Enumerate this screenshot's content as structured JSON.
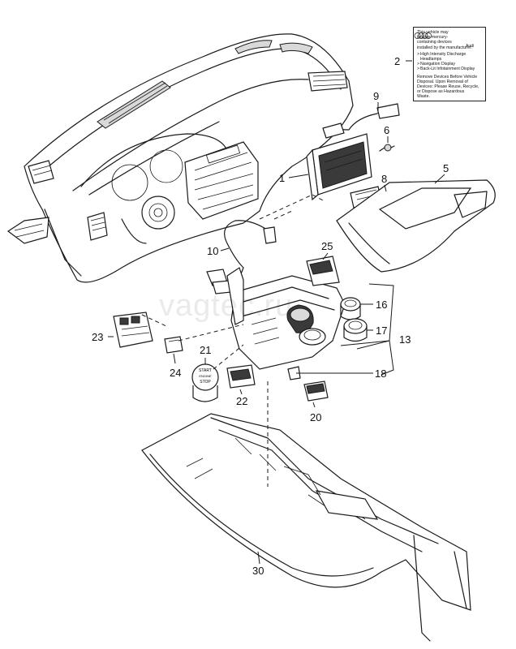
{
  "watermark": "vagtec.ru",
  "callouts": [
    "1",
    "2",
    "5",
    "6",
    "8",
    "9",
    "10",
    "13",
    "16",
    "17",
    "18",
    "20",
    "21",
    "22",
    "23",
    "24",
    "25",
    "30"
  ],
  "warning_label": {
    "intro": [
      "This vehicle may",
      "include mercury-",
      "containing devices",
      "installed by the manufacturer:"
    ],
    "items": [
      "High Intensity Discharge",
      "Headlamps",
      "Navigation Display",
      "Back-Lit Infotainment Display"
    ],
    "footer": [
      "Remove Devices Before Vehicle",
      "Disposal. Upon Removal of",
      "Devices: Please Reuse, Recycle,",
      "or Dispose as Hazardous",
      "Waste."
    ],
    "brand": "Audi"
  },
  "start_button": [
    "START",
    "ENGINE",
    "STOP"
  ]
}
